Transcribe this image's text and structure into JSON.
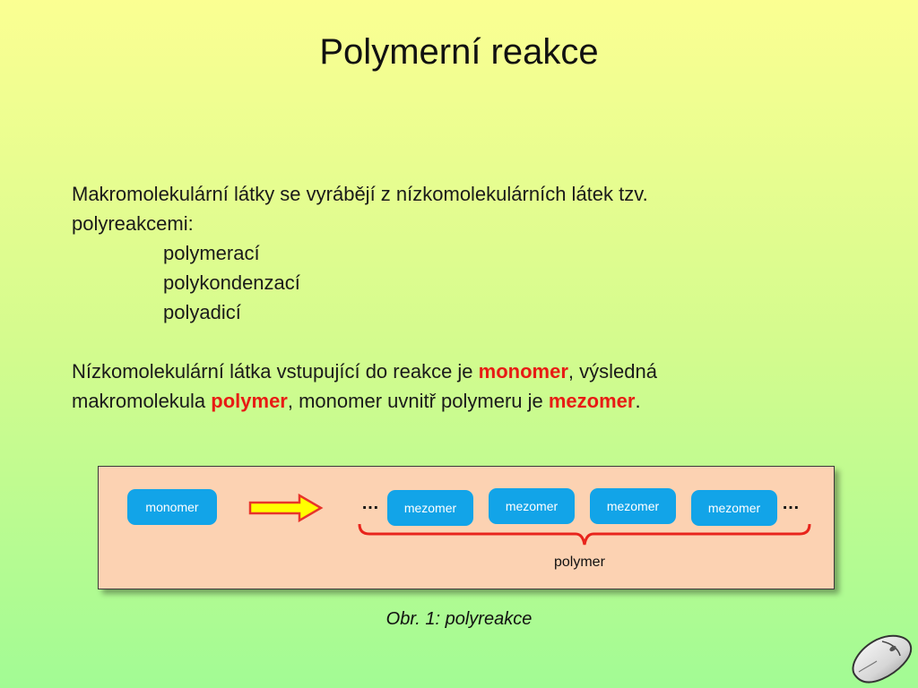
{
  "slide": {
    "title": "Polymerní reakce",
    "paragraph1": {
      "line1": "Makromolekulární látky se vyrábějí z nízkomolekulárních látek tzv.",
      "line2": "polyreakcemi:",
      "list": [
        "polymerací",
        "polykondenzací",
        "polyadicí"
      ]
    },
    "paragraph2": {
      "l1_pre": "Nízkomolekulární látka vstupující do reakce je ",
      "l1_hl": "monomer",
      "l1_post": ", výsledná",
      "l2_pre": "makromolekula ",
      "l2_hl1": "polymer",
      "l2_mid": ", monomer uvnitř polymeru je ",
      "l2_hl2": "mezomer",
      "l2_post": "."
    },
    "diagram": {
      "monomer_label": "monomer",
      "mezomers": [
        "mezomer",
        "mezomer",
        "mezomer",
        "mezomer"
      ],
      "ellipsis_left": "…",
      "ellipsis_right": "…",
      "polymer_label": "polymer"
    },
    "caption": "Obr. 1: polyreakce",
    "colors": {
      "highlight": "#e81b14",
      "pill": "#12a4e8",
      "diagram_bg": "#fcd2b2",
      "arrow_fill": "#ffff00",
      "arrow_stroke": "#e8342a",
      "brace": "#e8241c"
    },
    "icons": [
      "mouse-icon"
    ]
  }
}
